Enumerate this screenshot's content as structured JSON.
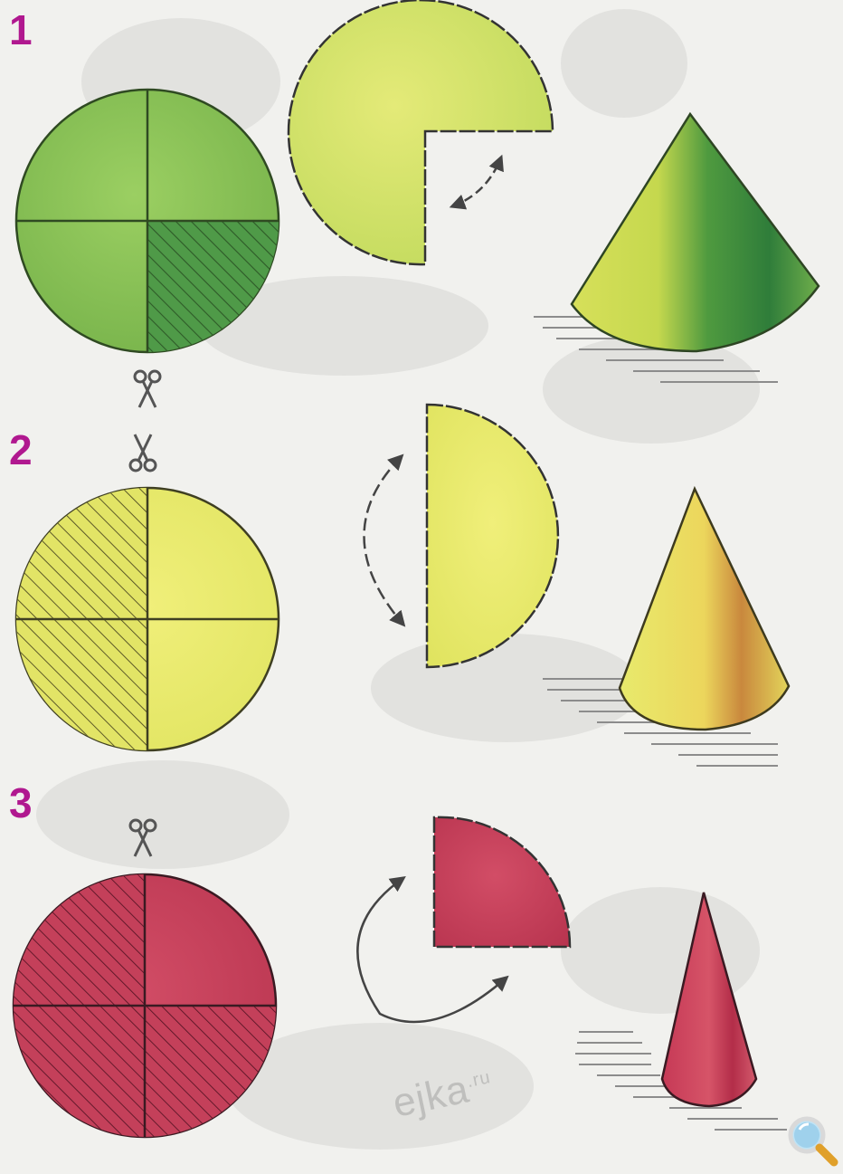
{
  "steps": [
    {
      "number": "1"
    },
    {
      "number": "2"
    },
    {
      "number": "3"
    }
  ],
  "watermark": {
    "main": "ejka",
    "suffix": ".ru"
  },
  "icons": {
    "scissors": "scissors-icon",
    "arrow": "curved-double-arrow-icon",
    "zoom": "magnifier-icon"
  },
  "colors": {
    "step_number": "#b0188f",
    "row1_green": "#8cc35a",
    "row1_light": "#d6e56a",
    "row2_yellow": "#e7ea6a",
    "row3_red": "#c9405b"
  }
}
